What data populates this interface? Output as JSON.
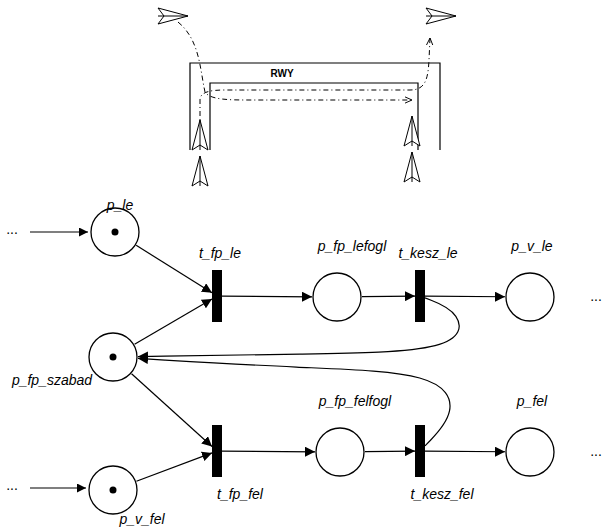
{
  "diagram": {
    "nodes": [
      {
        "text": [
          "p_le"
        ]
      },
      {
        "text": [
          "t_fp_le"
        ]
      },
      {
        "text": [
          "p_fp_lefogl"
        ]
      },
      {
        "text": [
          "t_kesz_le"
        ]
      },
      {
        "text": [
          "p_v_le"
        ]
      },
      {
        "text": [
          "p_fp_szabad"
        ]
      },
      {
        "text": [
          "t_fp_fel"
        ]
      },
      {
        "text": [
          "p_fp_felfogl"
        ]
      },
      {
        "text": [
          "t_kesz_fel"
        ]
      },
      {
        "text": [
          "p_fel"
        ]
      },
      {
        "text": [
          "p_v_fel"
        ]
      }
    ],
    "edges": [
      {
        "from": 0,
        "to": 1,
        "arrow": "to"
      },
      {
        "from": 5,
        "to": 1,
        "arrow": "to"
      },
      {
        "from": 1,
        "to": 2,
        "arrow": "to"
      },
      {
        "from": 2,
        "to": 3,
        "arrow": "to"
      },
      {
        "from": 3,
        "to": 4,
        "arrow": "to"
      },
      {
        "from": 3,
        "to": 5,
        "arrow": "to"
      },
      {
        "from": 5,
        "to": 6,
        "arrow": "to"
      },
      {
        "from": 10,
        "to": 6,
        "arrow": "to"
      },
      {
        "from": 6,
        "to": 7,
        "arrow": "to"
      },
      {
        "from": 7,
        "to": 8,
        "arrow": "to"
      },
      {
        "from": 8,
        "to": 9,
        "arrow": "to"
      },
      {
        "from": 8,
        "to": 5,
        "arrow": "to"
      }
    ],
    "labels": [
      "RWY",
      "...",
      "...",
      "...",
      "..."
    ]
  }
}
